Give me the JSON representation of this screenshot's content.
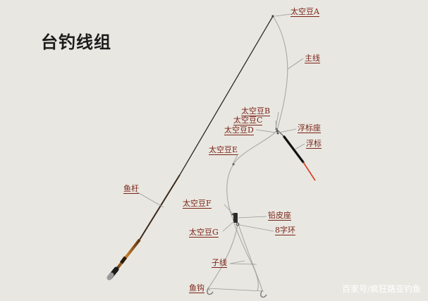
{
  "title": "台钓线组",
  "labels": {
    "bean_a": "太空豆A",
    "main_line": "主线",
    "bean_b": "太空豆B",
    "bean_c": "太空豆C",
    "bean_d": "太空豆D",
    "float_seat": "浮标座",
    "float": "浮标",
    "bean_e": "太空豆E",
    "rod": "鱼杆",
    "bean_f": "太空豆F",
    "lead_seat": "铅皮座",
    "bean_g": "太空豆G",
    "swivel": "8字环",
    "sub_line": "子线",
    "hook": "鱼钩"
  },
  "watermark": "百家号/疯狂路亚钓鱼",
  "colors": {
    "background": "#e9e7e1",
    "label": "#7a2418",
    "line": "#a8a8a8",
    "pointer": "#9a9a9a",
    "rod_dark": "#2a2a2a",
    "rod_amber": "#c27a2a",
    "float_red": "#d63a1a"
  }
}
